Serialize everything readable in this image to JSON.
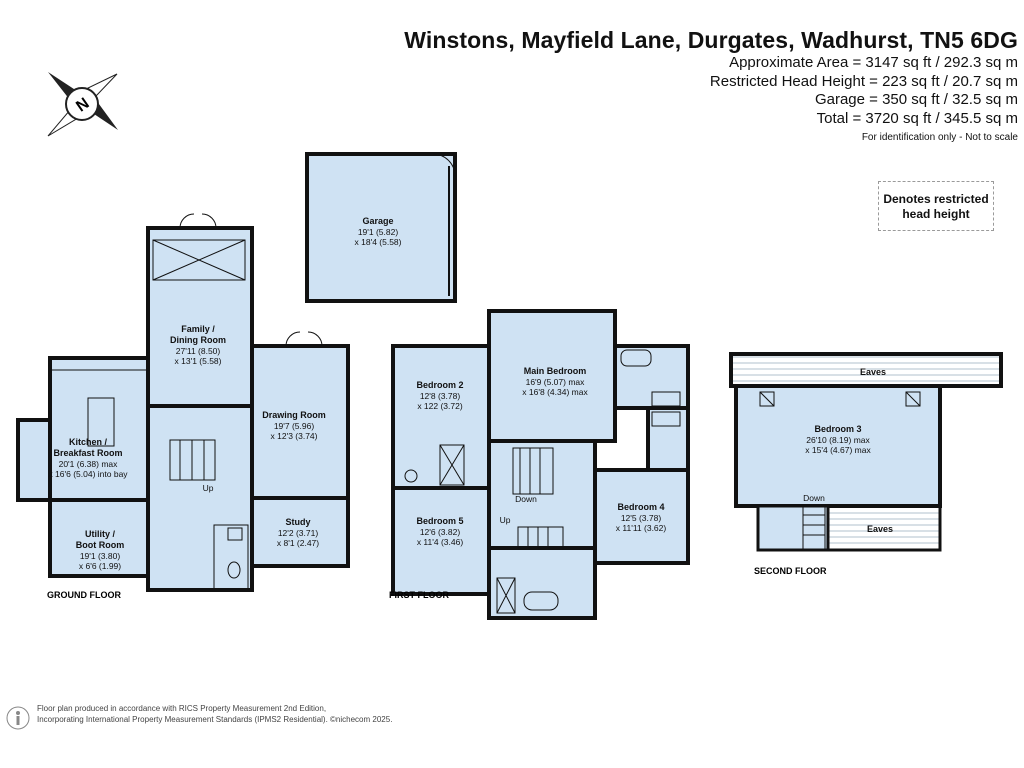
{
  "header": {
    "title": "Winstons, Mayfield Lane, Durgates, Wadhurst, TN5 6DG",
    "area_approx": "Approximate Area = 3147 sq ft / 292.3 sq m",
    "area_restricted": "Restricted Head Height = 223 sq ft / 20.7 sq m",
    "area_garage": "Garage = 350 sq ft / 32.5 sq m",
    "area_total": "Total = 3720 sq ft / 345.5 sq m",
    "disclaimer": "For identification only - Not to scale"
  },
  "legend": {
    "line1": "Denotes restricted",
    "line2": "head height"
  },
  "compass": {
    "letter": "N"
  },
  "floors": {
    "ground": "GROUND FLOOR",
    "first": "FIRST FLOOR",
    "second": "SECOND FLOOR"
  },
  "rooms": {
    "garage": {
      "name": "Garage",
      "d1": "19'1 (5.82)",
      "d2": "x 18'4 (5.58)"
    },
    "family": {
      "name1": "Family /",
      "name2": "Dining Room",
      "d1": "27'11 (8.50)",
      "d2": "x 13'1 (5.58)"
    },
    "kitchen": {
      "name1": "Kitchen /",
      "name2": "Breakfast Room",
      "d1": "20'1 (6.38) max",
      "d2": "x 16'6 (5.04) into bay"
    },
    "drawing": {
      "name": "Drawing Room",
      "d1": "19'7 (5.96)",
      "d2": "x 12'3 (3.74)"
    },
    "study": {
      "name": "Study",
      "d1": "12'2 (3.71)",
      "d2": "x 8'1 (2.47)"
    },
    "utility": {
      "name1": "Utility /",
      "name2": "Boot Room",
      "d1": "19'1 (3.80)",
      "d2": "x 6'6 (1.99)"
    },
    "bed2": {
      "name": "Bedroom 2",
      "d1": "12'8 (3.78)",
      "d2": "x 122 (3.72)"
    },
    "main": {
      "name": "Main Bedroom",
      "d1": "16'9 (5.07) max",
      "d2": "x 16'8 (4.34) max"
    },
    "bed5": {
      "name": "Bedroom 5",
      "d1": "12'6 (3.82)",
      "d2": "x 11'4 (3.46)"
    },
    "bed4": {
      "name": "Bedroom 4",
      "d1": "12'5 (3.78)",
      "d2": "x 11'11 (3.62)"
    },
    "bed3": {
      "name": "Bedroom 3",
      "d1": "26'10 (8.19) max",
      "d2": "x 15'4 (4.67) max"
    },
    "eaves": "Eaves"
  },
  "stairs": {
    "up": "Up",
    "down": "Down"
  },
  "footer": {
    "line1": "Floor plan produced in accordance with RICS Property Measurement 2nd Edition,",
    "line2": "Incorporating International Property Measurement Standards (IPMS2 Residential).  ©nichecom 2025."
  },
  "colors": {
    "room_fill": "#cfe2f3",
    "wall": "#111111",
    "hatch": "#7f8fa0"
  }
}
